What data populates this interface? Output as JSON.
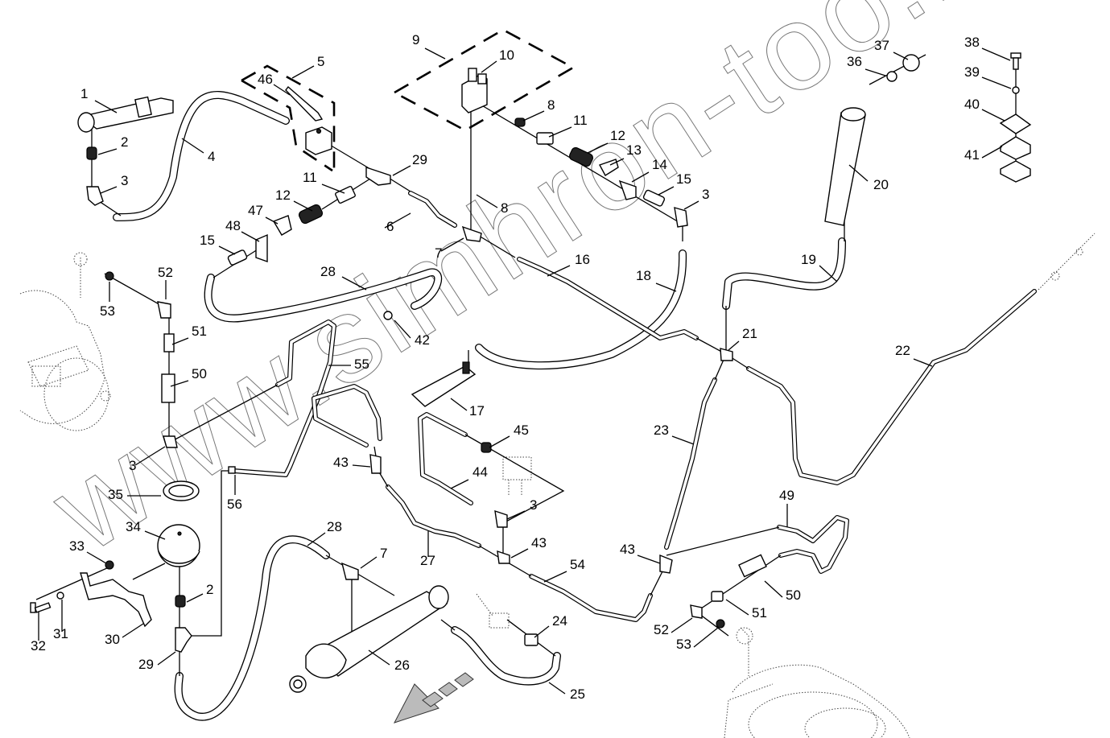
{
  "diagram": {
    "title": "Hydraulic brake and accumulator line assembly (exploded view)",
    "watermark": "www.simhron-too.kz",
    "callouts": [
      {
        "id": "c1",
        "label": "1"
      },
      {
        "id": "c2a",
        "label": "2"
      },
      {
        "id": "c3a",
        "label": "3"
      },
      {
        "id": "c4",
        "label": "4"
      },
      {
        "id": "c5",
        "label": "5"
      },
      {
        "id": "c46",
        "label": "46"
      },
      {
        "id": "c9",
        "label": "9"
      },
      {
        "id": "c10",
        "label": "10"
      },
      {
        "id": "c8a",
        "label": "8"
      },
      {
        "id": "c11a",
        "label": "11"
      },
      {
        "id": "c12a",
        "label": "12"
      },
      {
        "id": "c13",
        "label": "13"
      },
      {
        "id": "c14",
        "label": "14"
      },
      {
        "id": "c15a",
        "label": "15"
      },
      {
        "id": "c3b",
        "label": "3"
      },
      {
        "id": "c29a",
        "label": "29"
      },
      {
        "id": "c11b",
        "label": "11"
      },
      {
        "id": "c12b",
        "label": "12"
      },
      {
        "id": "c47",
        "label": "47"
      },
      {
        "id": "c48",
        "label": "48"
      },
      {
        "id": "c15b",
        "label": "15"
      },
      {
        "id": "c6",
        "label": "6"
      },
      {
        "id": "c8b",
        "label": "8"
      },
      {
        "id": "c7a",
        "label": "7"
      },
      {
        "id": "c16",
        "label": "16"
      },
      {
        "id": "c18",
        "label": "18"
      },
      {
        "id": "c28a",
        "label": "28"
      },
      {
        "id": "c42",
        "label": "42"
      },
      {
        "id": "c17",
        "label": "17"
      },
      {
        "id": "c55",
        "label": "55"
      },
      {
        "id": "c52a",
        "label": "52"
      },
      {
        "id": "c53a",
        "label": "53"
      },
      {
        "id": "c51a",
        "label": "51"
      },
      {
        "id": "c50a",
        "label": "50"
      },
      {
        "id": "c3c",
        "label": "3"
      },
      {
        "id": "c36",
        "label": "36"
      },
      {
        "id": "c37",
        "label": "37"
      },
      {
        "id": "c38",
        "label": "38"
      },
      {
        "id": "c39",
        "label": "39"
      },
      {
        "id": "c40",
        "label": "40"
      },
      {
        "id": "c41",
        "label": "41"
      },
      {
        "id": "c20",
        "label": "20"
      },
      {
        "id": "c19",
        "label": "19"
      },
      {
        "id": "c21",
        "label": "21"
      },
      {
        "id": "c22",
        "label": "22"
      },
      {
        "id": "c23",
        "label": "23"
      },
      {
        "id": "c45",
        "label": "45"
      },
      {
        "id": "c44",
        "label": "44"
      },
      {
        "id": "c3d",
        "label": "3"
      },
      {
        "id": "c43a",
        "label": "43"
      },
      {
        "id": "c56",
        "label": "56"
      },
      {
        "id": "c35",
        "label": "35"
      },
      {
        "id": "c34",
        "label": "34"
      },
      {
        "id": "c33",
        "label": "33"
      },
      {
        "id": "c32",
        "label": "32"
      },
      {
        "id": "c31",
        "label": "31"
      },
      {
        "id": "c30",
        "label": "30"
      },
      {
        "id": "c2b",
        "label": "2"
      },
      {
        "id": "c29b",
        "label": "29"
      },
      {
        "id": "c28b",
        "label": "28"
      },
      {
        "id": "c7b",
        "label": "7"
      },
      {
        "id": "c26",
        "label": "26"
      },
      {
        "id": "c27",
        "label": "27"
      },
      {
        "id": "c43b",
        "label": "43"
      },
      {
        "id": "c54",
        "label": "54"
      },
      {
        "id": "c24",
        "label": "24"
      },
      {
        "id": "c25",
        "label": "25"
      },
      {
        "id": "c43c",
        "label": "43"
      },
      {
        "id": "c49",
        "label": "49"
      },
      {
        "id": "c50b",
        "label": "50"
      },
      {
        "id": "c51b",
        "label": "51"
      },
      {
        "id": "c52b",
        "label": "52"
      },
      {
        "id": "c53b",
        "label": "53"
      }
    ]
  }
}
